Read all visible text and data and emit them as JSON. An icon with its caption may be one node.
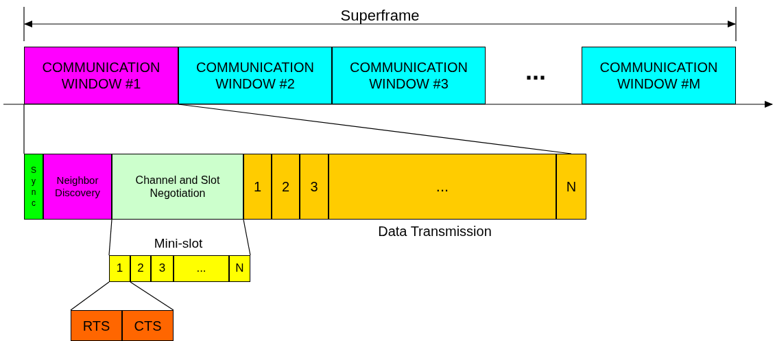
{
  "diagram": {
    "nodes": [
      {
        "text": [
          "COMMUNICATION WINDOW #1"
        ]
      },
      {
        "text": [
          "COMMUNICATION WINDOW #2"
        ]
      },
      {
        "text": [
          "COMMUNICATION WINDOW #3"
        ]
      },
      {
        "text": [
          "COMMUNICATION WINDOW #M"
        ]
      },
      {
        "text": [
          "Sync"
        ]
      },
      {
        "text": [
          "Neighbor Discovery"
        ]
      },
      {
        "text": [
          "Channel and Slot Negotiation"
        ]
      },
      {
        "text": [
          "1"
        ]
      },
      {
        "text": [
          "2"
        ]
      },
      {
        "text": [
          "3"
        ]
      },
      {
        "text": [
          "..."
        ]
      },
      {
        "text": [
          "N"
        ]
      },
      {
        "text": [
          "1"
        ]
      },
      {
        "text": [
          "2"
        ]
      },
      {
        "text": [
          "3"
        ]
      },
      {
        "text": [
          "..."
        ]
      },
      {
        "text": [
          "N"
        ]
      },
      {
        "text": [
          "RTS"
        ]
      },
      {
        "text": [
          "CTS"
        ]
      }
    ],
    "edges": [
      {
        "from": 0,
        "to": 4,
        "arrow": "none"
      },
      {
        "from": 0,
        "to": 11,
        "arrow": "none"
      },
      {
        "from": 6,
        "to": 12,
        "arrow": "none"
      },
      {
        "from": 6,
        "to": 16,
        "arrow": "none"
      },
      {
        "from": 12,
        "to": 17,
        "arrow": "none"
      },
      {
        "from": 12,
        "to": 18,
        "arrow": "none"
      }
    ],
    "labels": [
      "Superframe",
      "...",
      "Data Transmission",
      "Mini-slot"
    ]
  }
}
